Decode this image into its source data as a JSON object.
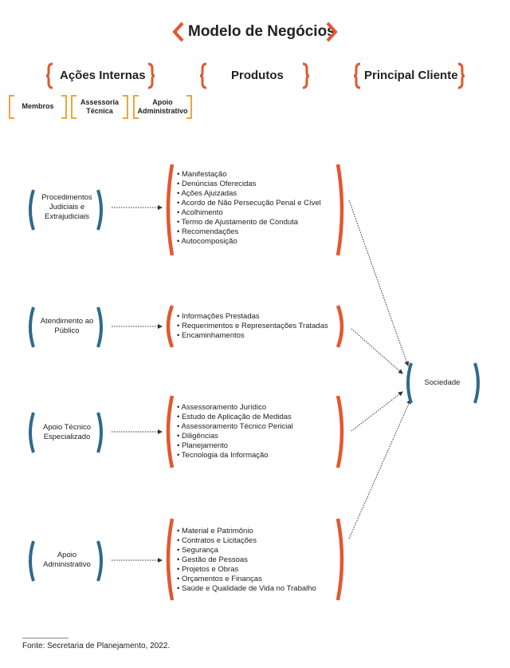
{
  "title": "Modelo de Negócios",
  "headers": {
    "internal": "Ações Internas",
    "products": "Produtos",
    "client": "Principal Cliente"
  },
  "subheaders": [
    "Membros",
    "Assessoria Técnica",
    "Apoio Administrativo"
  ],
  "internal_nodes": [
    "Procedimentos Judiciais e Extrajudiciais",
    "Atendimento ao Público",
    "Apoio Técnico Especializado",
    "Apoio Administrativo"
  ],
  "product_groups": [
    [
      "Manifestação",
      "Denúncias Oferecidas",
      "Ações Ajuizadas",
      "Acordo de Não Persecução Penal e Cível",
      "Acolhimento",
      "Termo de Ajustamento de Conduta",
      "Recomendações",
      "Autocomposição"
    ],
    [
      "Informações Prestadas",
      "Requerimentos e Representações Tratadas",
      "Encaminhamentos"
    ],
    [
      "Assessoramento Jurídico",
      "Estudo de Aplicação de Medidas",
      "Assessoramento Técnico Pericial",
      "Diligências",
      "Planejamento",
      "Tecnologia da Informação"
    ],
    [
      "Material e Patrimônio",
      "Contratos e Licitações",
      "Segurança",
      "Gestão de Pessoas",
      "Projetos e Obras",
      "Orçamentos e Finanças",
      "Saúde e Qualidade de Vida no Trabalho"
    ]
  ],
  "client": "Sociedade",
  "footer": "Fonte: Secretaria de Planejamento, 2022.",
  "colors": {
    "orange": "#e4572e",
    "subheader_orange": "#f2a33a",
    "blue": "#2f6a8a",
    "text": "#222222"
  }
}
